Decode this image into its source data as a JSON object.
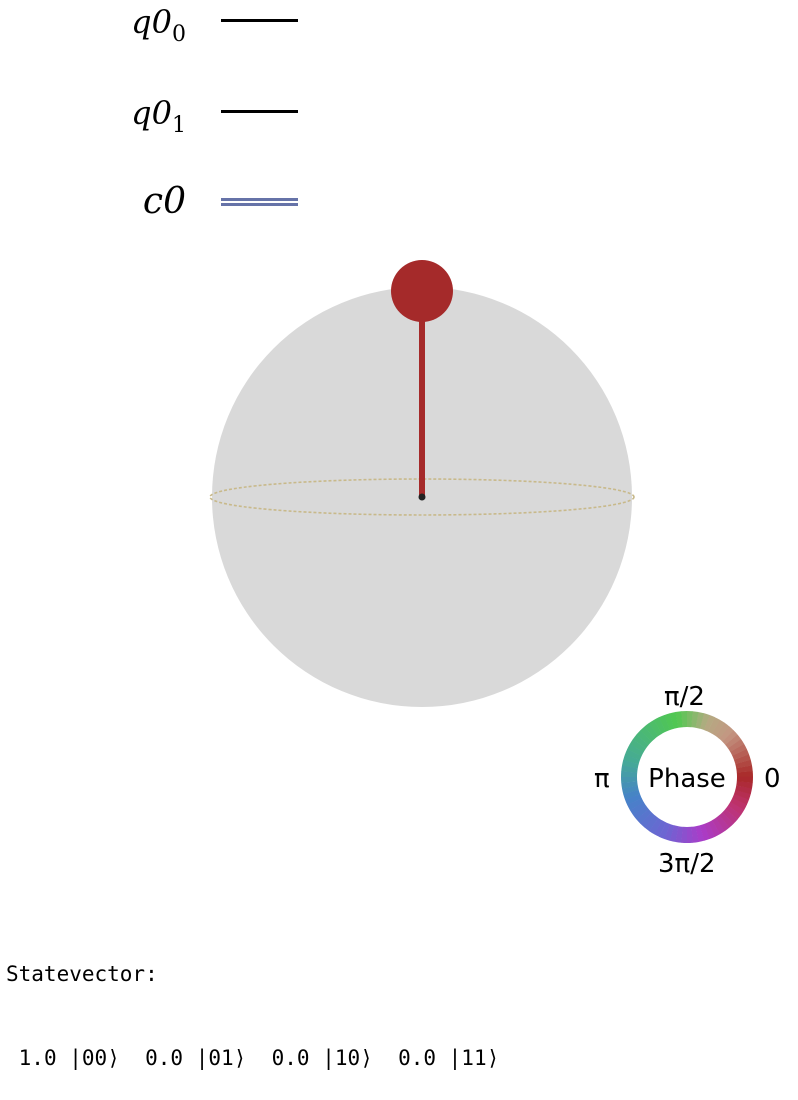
{
  "circuit": {
    "wires": [
      {
        "name": "q0",
        "index": "0",
        "type": "quantum"
      },
      {
        "name": "q0",
        "index": "1",
        "type": "quantum"
      },
      {
        "name": "c0",
        "index": "",
        "type": "classical"
      }
    ]
  },
  "phase_wheel": {
    "center_label": "Phase",
    "top": "π/2",
    "left": "π",
    "right": "0",
    "bottom": "3π/2"
  },
  "statevector": {
    "heading": "Statevector:",
    "terms": [
      {
        "amplitude": "1.0",
        "ket": "|00⟩"
      },
      {
        "amplitude": "0.0",
        "ket": "|01⟩"
      },
      {
        "amplitude": "0.0",
        "ket": "|10⟩"
      },
      {
        "amplitude": "0.0",
        "ket": "|11⟩"
      }
    ]
  },
  "colors": {
    "sphere_fill": "#d9d9d9",
    "vector": "#a52a2a",
    "equator": "#c8b98a",
    "classical_wire": "#6673a8"
  }
}
